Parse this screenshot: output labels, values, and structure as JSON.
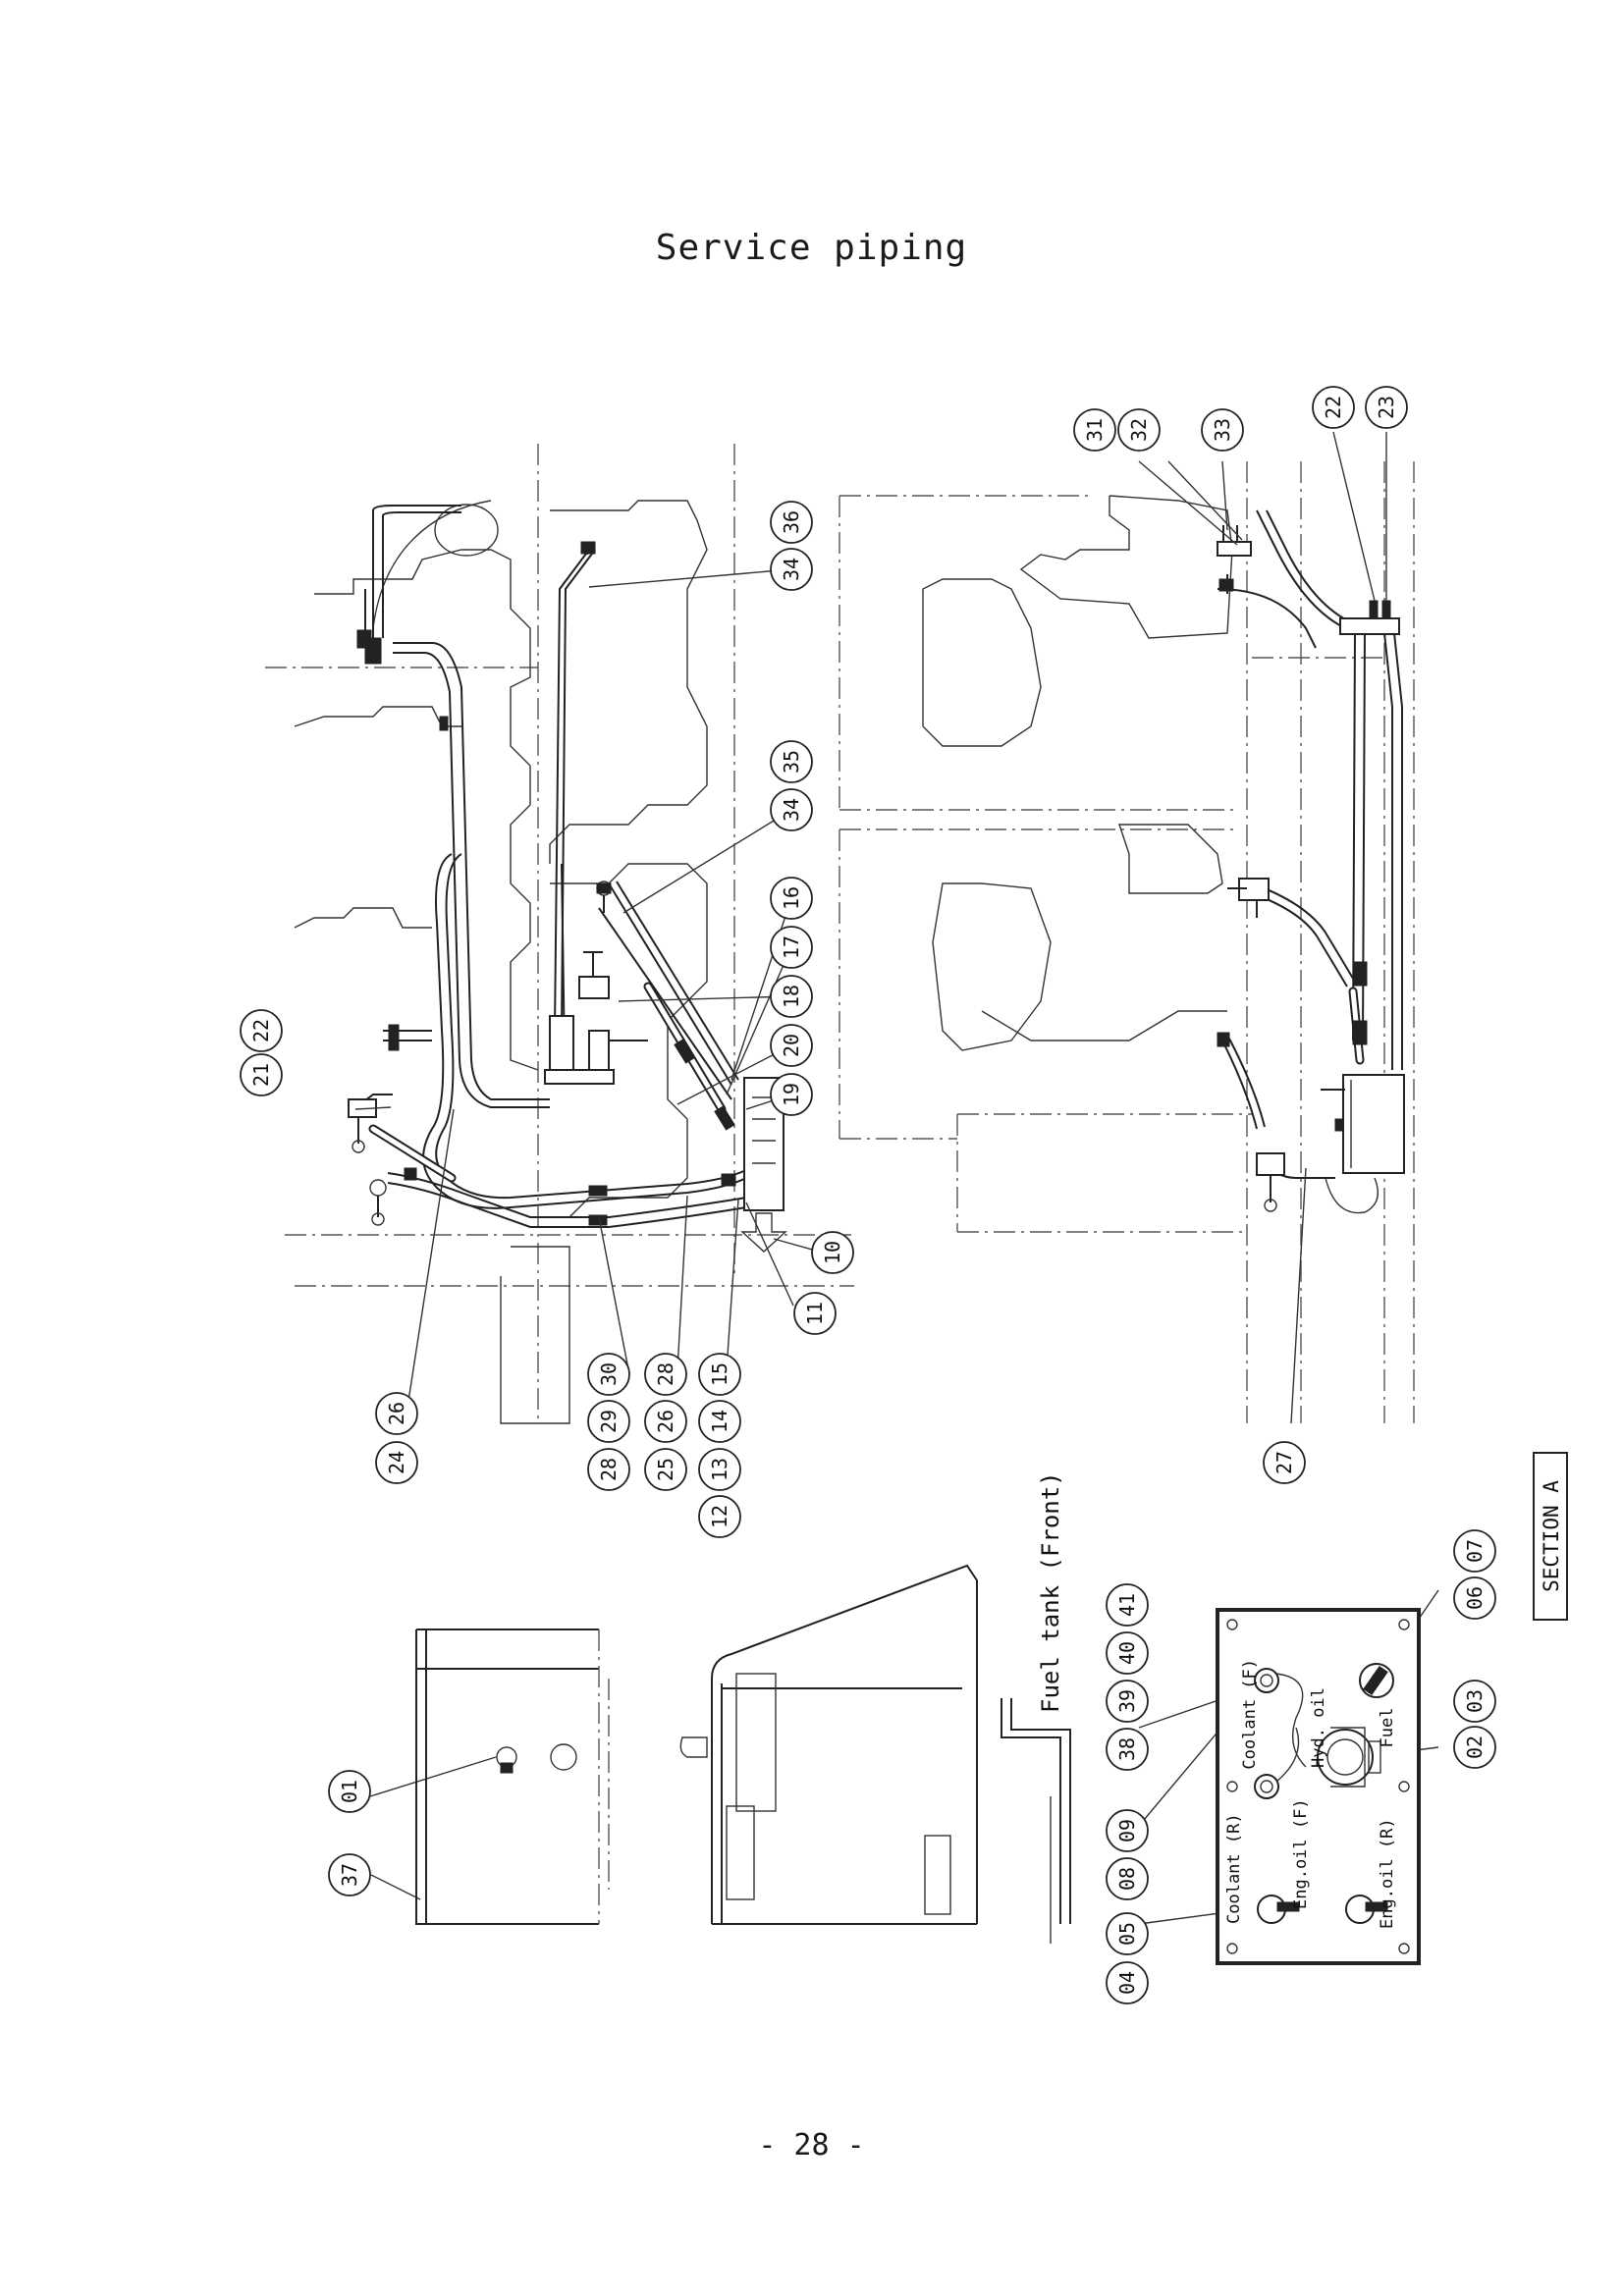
{
  "title": "Service piping",
  "page_number": "- 28 -",
  "section_label": "SECTION A",
  "fuel_tank_label": "Fuel tank (Front)",
  "panel_labels": {
    "coolant_f": "Coolant (F)",
    "coolant_r": "Coolant (R)",
    "hyd_oil": "Hyd. oil",
    "fuel": "Fuel",
    "eng_oil_f": "Eng.oil (F)",
    "eng_oil_r": "Eng.oil (R)"
  },
  "callouts": {
    "c36": "36",
    "c34a": "34",
    "c35": "35",
    "c34b": "34",
    "c16": "16",
    "c17": "17",
    "c18": "18",
    "c20": "20",
    "c19": "19",
    "c10": "10",
    "c11": "11",
    "c22a": "22",
    "c21": "21",
    "c26a": "26",
    "c24": "24",
    "c30": "30",
    "c29": "29",
    "c28a": "28",
    "c28b": "28",
    "c26b": "26",
    "c25": "25",
    "c15": "15",
    "c14": "14",
    "c13": "13",
    "c12": "12",
    "c31": "31",
    "c32": "32",
    "c33": "33",
    "c22b": "22",
    "c23": "23",
    "c27": "27",
    "c01": "01",
    "c37": "37",
    "c41": "41",
    "c40": "40",
    "c39": "39",
    "c38": "38",
    "c07": "07",
    "c06": "06",
    "c03": "03",
    "c02": "02",
    "c09": "09",
    "c08": "08",
    "c05": "05",
    "c04": "04"
  }
}
